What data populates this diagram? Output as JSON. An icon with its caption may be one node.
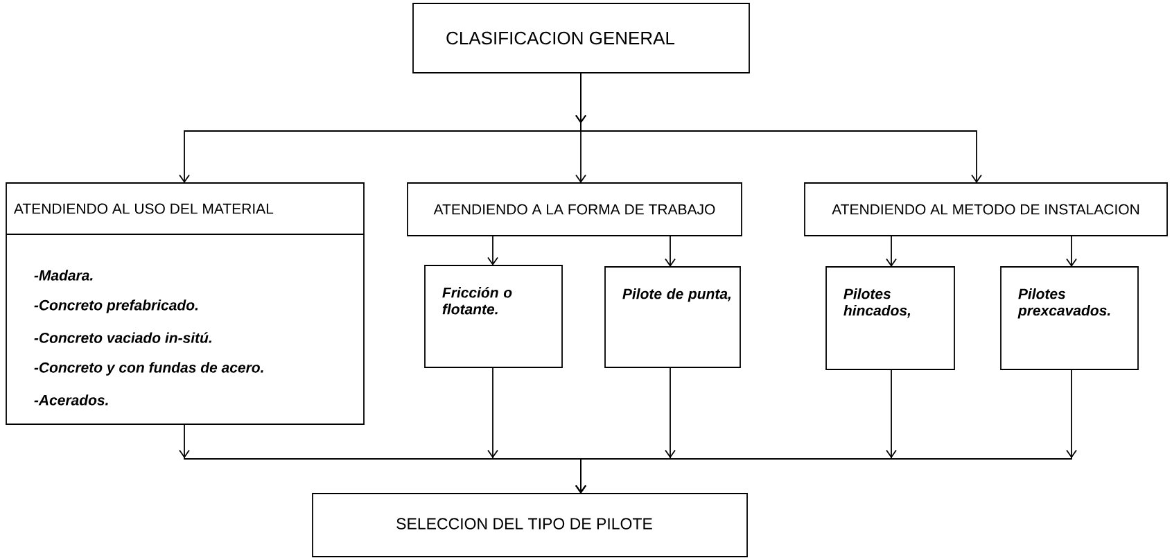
{
  "diagram": {
    "nodes": [
      {
        "text": [
          "CLASIFICACION GENERAL"
        ]
      },
      {
        "text": [
          "ATENDIENDO AL USO DEL MATERIAL",
          "-Madara.",
          "-Concreto prefabricado.",
          "-Concreto vaciado in-sitú.",
          "-Concreto y con fundas de acero.",
          "-Acerados."
        ]
      },
      {
        "text": [
          "ATENDIENDO A LA FORMA DE TRABAJO"
        ]
      },
      {
        "text": [
          "ATENDIENDO AL METODO DE INSTALACION"
        ]
      },
      {
        "text": [
          "Fricción o flotante."
        ]
      },
      {
        "text": [
          "Pilote de punta,"
        ]
      },
      {
        "text": [
          "Pilotes hincados,"
        ]
      },
      {
        "text": [
          "Pilotes prexcavados."
        ]
      },
      {
        "text": [
          "SELECCION DEL TIPO DE PILOTE"
        ]
      }
    ],
    "edges": [
      {
        "from": 0,
        "to": 1,
        "arrow": "to"
      },
      {
        "from": 0,
        "to": 2,
        "arrow": "to"
      },
      {
        "from": 0,
        "to": 3,
        "arrow": "to"
      },
      {
        "from": 2,
        "to": 4,
        "arrow": "to"
      },
      {
        "from": 2,
        "to": 5,
        "arrow": "to"
      },
      {
        "from": 3,
        "to": 6,
        "arrow": "to"
      },
      {
        "from": 3,
        "to": 7,
        "arrow": "to"
      },
      {
        "from": 1,
        "to": 8,
        "arrow": "to"
      },
      {
        "from": 4,
        "to": 8,
        "arrow": "to"
      },
      {
        "from": 5,
        "to": 8,
        "arrow": "to"
      },
      {
        "from": 6,
        "to": 8,
        "arrow": "to"
      },
      {
        "from": 7,
        "to": 8,
        "arrow": "to"
      }
    ]
  }
}
